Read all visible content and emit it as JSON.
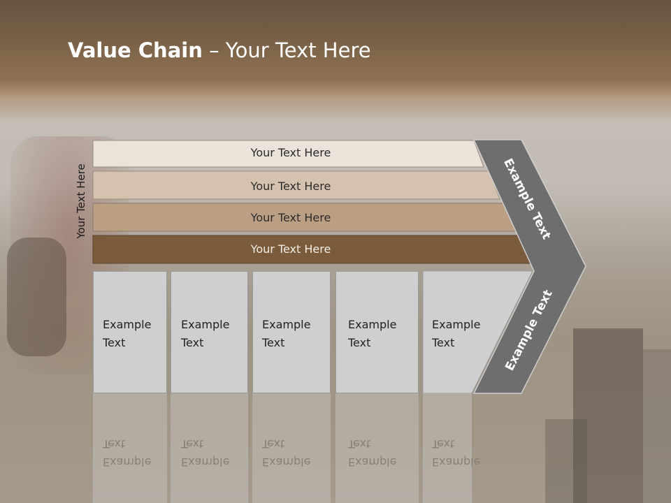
{
  "title": {
    "bold": "Value Chain",
    "rest": " – Your Text Here"
  },
  "side_label": "Your Text Here",
  "bands": [
    {
      "text": "Your Text Here",
      "color": "#ebe3da",
      "text_color": "#2b2b2b"
    },
    {
      "text": "Your Text Here",
      "color": "#d5c2ae",
      "text_color": "#2b2b2b"
    },
    {
      "text": "Your Text Here",
      "color": "#bb9f84",
      "text_color": "#2b2b2b"
    },
    {
      "text": "Your Text Here",
      "color": "#7a5c3d",
      "text_color": "#f2ece4"
    }
  ],
  "boxes": [
    {
      "line1": "Example",
      "line2": "Text"
    },
    {
      "line1": "Example",
      "line2": "Text"
    },
    {
      "line1": "Example",
      "line2": "Text"
    },
    {
      "line1": "Example",
      "line2": "Text"
    },
    {
      "line1": "Example",
      "line2": "Text"
    }
  ],
  "arrow": {
    "upper_text": "Example Text",
    "lower_text": "Example Text",
    "color": "#6e6e6e"
  },
  "colors": {
    "title_band": "#7a6147",
    "box_fill": "#cfcfcf"
  }
}
